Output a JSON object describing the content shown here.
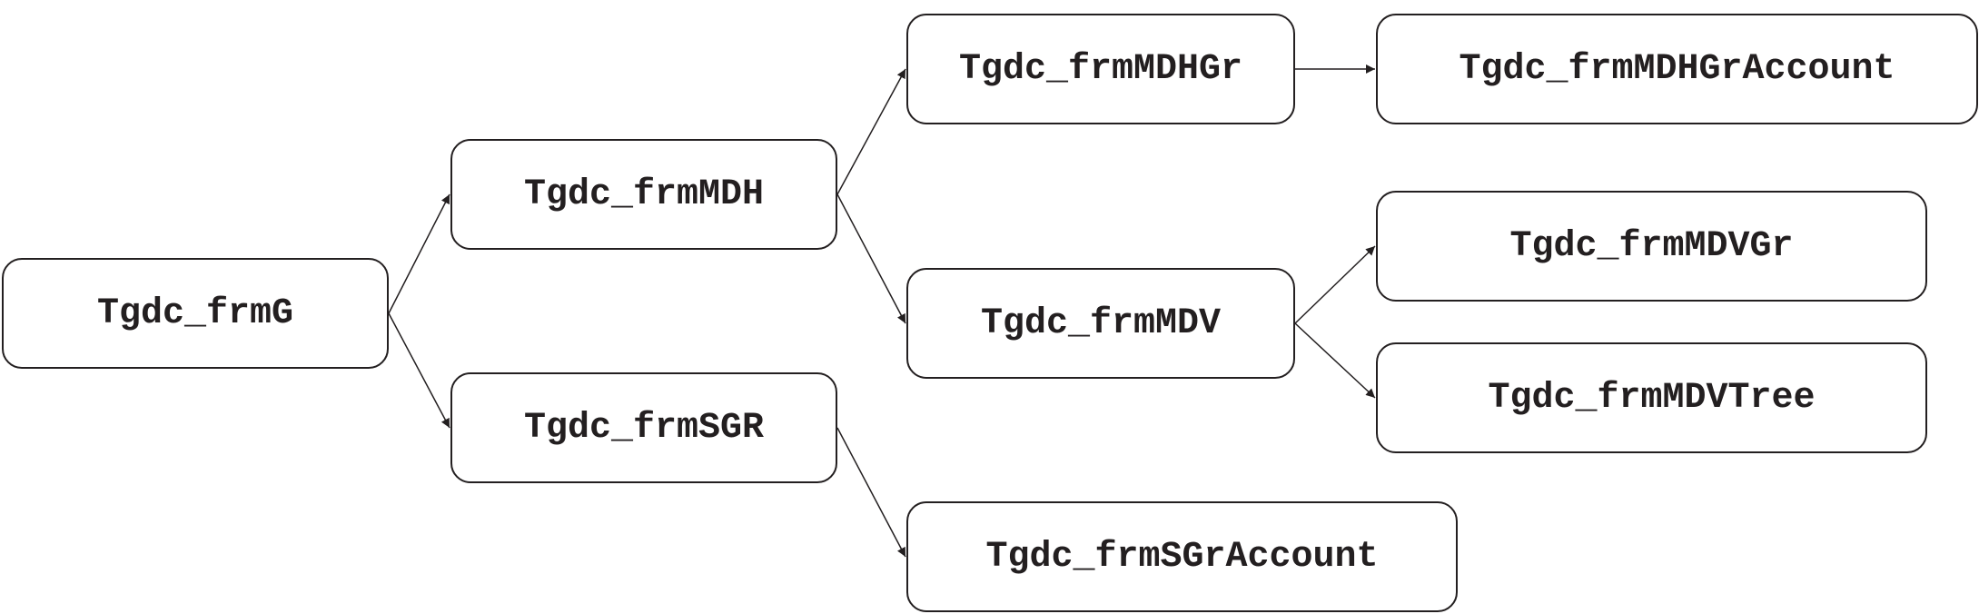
{
  "diagram": {
    "line_color": "#231f20",
    "background": "#ffffff",
    "nodes": {
      "frmG": "Tgdc_frmG",
      "frmMDH": "Tgdc_frmMDH",
      "frmSGR": "Tgdc_frmSGR",
      "frmMDHGr": "Tgdc_frmMDHGr",
      "frmMDV": "Tgdc_frmMDV",
      "frmSGrAccount": "Tgdc_frmSGrAccount",
      "frmMDHGrAccount": "Tgdc_frmMDHGrAccount",
      "frmMDVGr": "Tgdc_frmMDVGr",
      "frmMDVTree": "Tgdc_frmMDVTree"
    },
    "edges": [
      {
        "from": "frmG",
        "to": "frmMDH"
      },
      {
        "from": "frmG",
        "to": "frmSGR"
      },
      {
        "from": "frmMDH",
        "to": "frmMDHGr"
      },
      {
        "from": "frmMDH",
        "to": "frmMDV"
      },
      {
        "from": "frmSGR",
        "to": "frmSGrAccount"
      },
      {
        "from": "frmMDHGr",
        "to": "frmMDHGrAccount"
      },
      {
        "from": "frmMDV",
        "to": "frmMDVGr"
      },
      {
        "from": "frmMDV",
        "to": "frmMDVTree"
      }
    ]
  }
}
